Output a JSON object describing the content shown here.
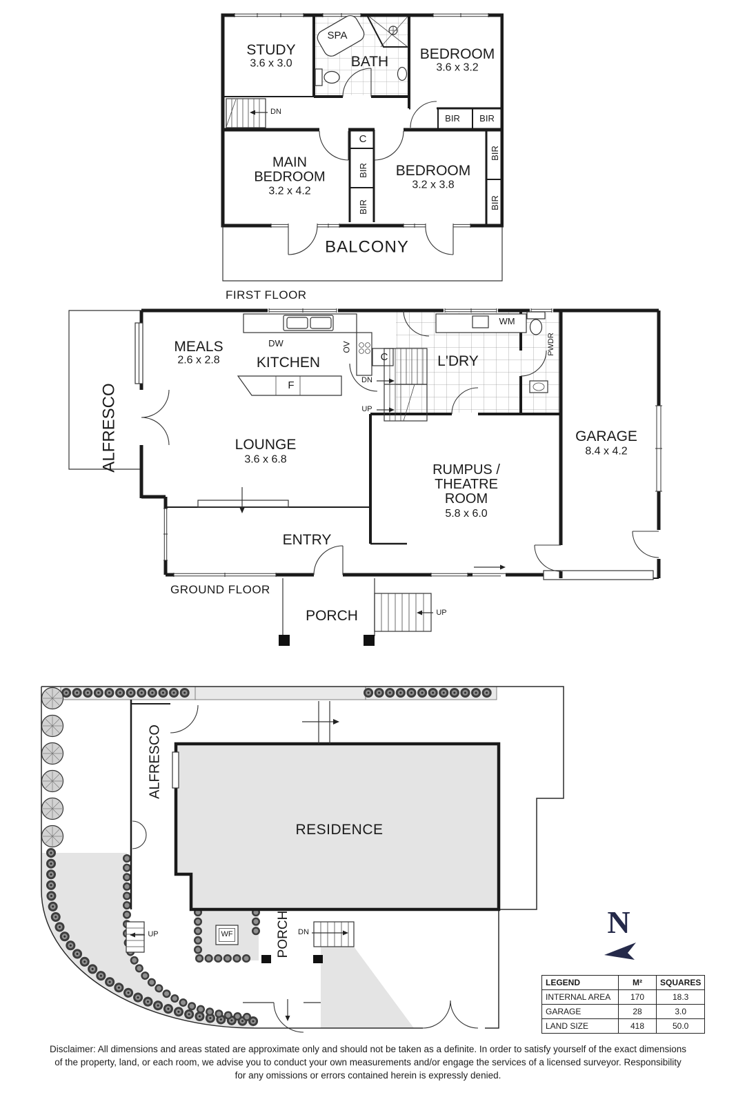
{
  "first_floor": {
    "title": "FIRST FLOOR",
    "study": {
      "name": "STUDY",
      "dims": "3.6 x 3.0"
    },
    "spa": "SPA",
    "bath": "BATH",
    "bedroom1": {
      "name": "BEDROOM",
      "dims": "3.6 x 3.2"
    },
    "main_bedroom": {
      "name": "MAIN BEDROOM",
      "dims": "3.2 x 4.2"
    },
    "bedroom2": {
      "name": "BEDROOM",
      "dims": "3.2 x 3.8"
    },
    "balcony": "BALCONY",
    "labels": {
      "dn": "DN",
      "c": "C",
      "bir": "BIR"
    }
  },
  "ground_floor": {
    "title": "GROUND FLOOR",
    "alfresco": "ALFRESCO",
    "meals": {
      "name": "MEALS",
      "dims": "2.6 x 2.8"
    },
    "kitchen": "KITCHEN",
    "lounge": {
      "name": "LOUNGE",
      "dims": "3.6 x 6.8"
    },
    "rumpus": {
      "name": "RUMPUS / THEATRE ROOM",
      "dims": "5.8 x 6.0"
    },
    "garage": {
      "name": "GARAGE",
      "dims": "8.4 x 4.2"
    },
    "ldry": "L'DRY",
    "entry": "ENTRY",
    "porch": "PORCH",
    "pwdr": "PWDR",
    "labels": {
      "dw": "DW",
      "ov": "OV",
      "f": "F",
      "c": "C",
      "wm": "WM",
      "dn": "DN",
      "up": "UP"
    }
  },
  "site_plan": {
    "residence": "RESIDENCE",
    "alfresco": "ALFRESCO",
    "porch": "PORCH",
    "labels": {
      "wf": "WF",
      "up": "UP",
      "dn": "DN"
    },
    "north": "N"
  },
  "legend": {
    "headers": [
      "LEGEND",
      "M²",
      "SQUARES"
    ],
    "rows": [
      [
        "INTERNAL AREA",
        "170",
        "18.3"
      ],
      [
        "GARAGE",
        "28",
        "3.0"
      ],
      [
        "LAND SIZE",
        "418",
        "50.0"
      ]
    ]
  },
  "disclaimer": {
    "line1": "Disclaimer: All dimensions and areas stated are approximate only and should not be taken as a definite. In order to satisfy yourself of the exact dimensions",
    "line2": "of the property, land, or each room, we advise you to conduct your own measurements and/or engage the services of a licensed surveyor. Responsibility",
    "line3": "for any omissions or errors contained herein is expressly denied."
  }
}
